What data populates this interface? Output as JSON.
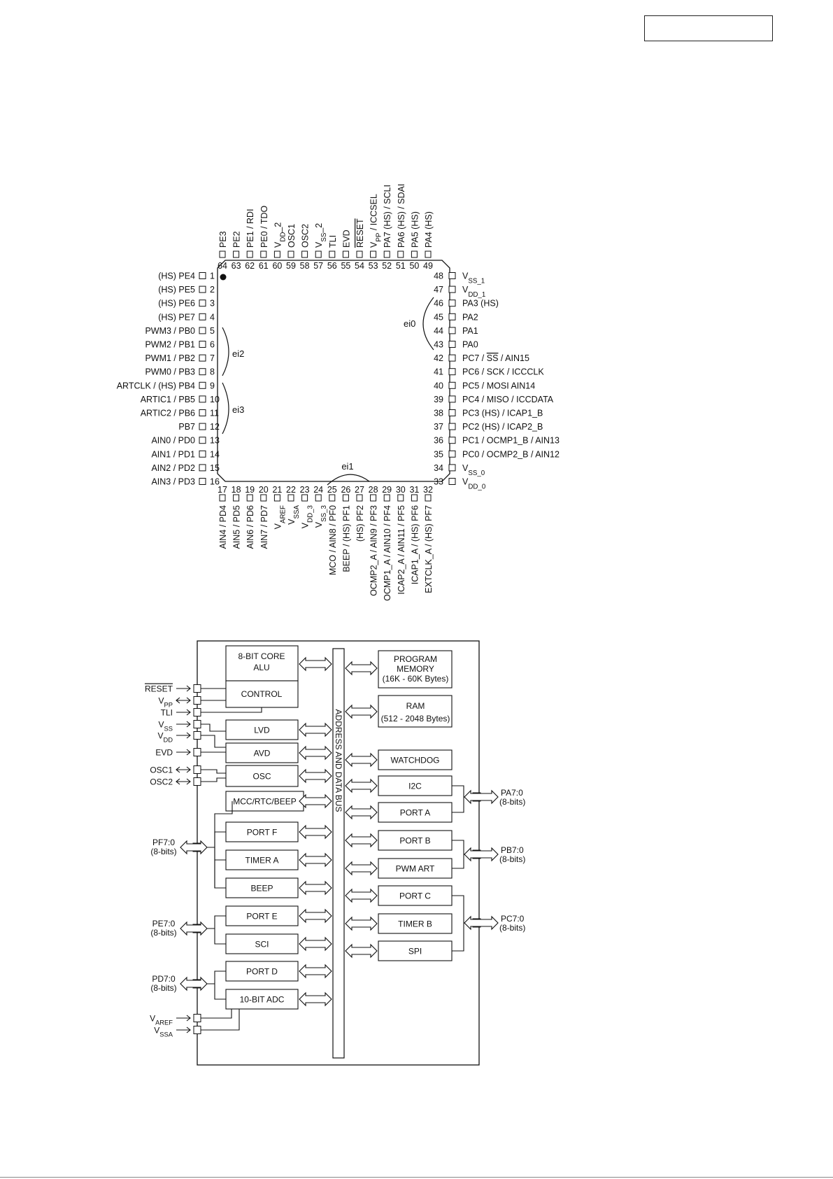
{
  "pin_diagram": {
    "top_numbers": [
      "64",
      "63",
      "62",
      "61",
      "60",
      "59",
      "58",
      "57",
      "56",
      "55",
      "54",
      "53",
      "52",
      "51",
      "50",
      "49"
    ],
    "top_labels": [
      {
        "base": "PE3"
      },
      {
        "base": "PE2"
      },
      {
        "base": "PE1 / RDI"
      },
      {
        "base": "PE0 / TDO"
      },
      {
        "base": "V",
        "sub": "DD",
        "after": "_2"
      },
      {
        "base": "OSC1"
      },
      {
        "base": "OSC2"
      },
      {
        "base": "V",
        "sub": "SS",
        "after": "_2"
      },
      {
        "base": "TLI"
      },
      {
        "base": "EVD"
      },
      {
        "base": "RESET",
        "overline": true
      },
      {
        "base": "V",
        "sub": "PP",
        "after": " / ICCSEL"
      },
      {
        "base": "PA7 (HS) / SCLI"
      },
      {
        "base": "PA6 (HS) / SDAI"
      },
      {
        "base": "PA5 (HS)"
      },
      {
        "base": "PA4 (HS)"
      }
    ],
    "left_numbers": [
      "1",
      "2",
      "3",
      "4",
      "5",
      "6",
      "7",
      "8",
      "9",
      "10",
      "11",
      "12",
      "13",
      "14",
      "15",
      "16"
    ],
    "left_labels": [
      {
        "base": "(HS) PE4"
      },
      {
        "base": "(HS) PE5"
      },
      {
        "base": "(HS) PE6"
      },
      {
        "base": "(HS) PE7"
      },
      {
        "base": "PWM3 / PB0"
      },
      {
        "base": "PWM2 / PB1"
      },
      {
        "base": "PWM1 / PB2"
      },
      {
        "base": "PWM0 / PB3"
      },
      {
        "base": "ARTCLK / (HS) PB4"
      },
      {
        "base": "ARTIC1 / PB5"
      },
      {
        "base": "ARTIC2 / PB6"
      },
      {
        "base": "PB7"
      },
      {
        "base": "AIN0 / PD0"
      },
      {
        "base": "AIN1 / PD1"
      },
      {
        "base": "AIN2 / PD2"
      },
      {
        "base": "AIN3 / PD3"
      }
    ],
    "right_numbers": [
      "48",
      "47",
      "46",
      "45",
      "44",
      "43",
      "42",
      "41",
      "40",
      "39",
      "38",
      "37",
      "36",
      "35",
      "34",
      "33"
    ],
    "right_labels": [
      {
        "base": "V",
        "sub": "SS_1"
      },
      {
        "base": "V",
        "sub": "DD_1"
      },
      {
        "base": "PA3 (HS)"
      },
      {
        "base": "PA2"
      },
      {
        "base": "PA1"
      },
      {
        "base": "PA0"
      },
      {
        "base": "PC7 / ",
        "ovl": "SS",
        "after": " / AIN15"
      },
      {
        "base": "PC6 / SCK / ICCCLK"
      },
      {
        "base": "PC5 / MOSI   AIN14"
      },
      {
        "base": "PC4 / MISO / ICCDATA"
      },
      {
        "base": "PC3 (HS) / ICAP1_B"
      },
      {
        "base": "PC2 (HS) / ICAP2_B"
      },
      {
        "base": "PC1 / OCMP1_B / AIN13"
      },
      {
        "base": "PC0 / OCMP2_B / AIN12"
      },
      {
        "base": "V",
        "sub": "SS_0"
      },
      {
        "base": "V",
        "sub": "DD_0"
      }
    ],
    "bottom_numbers": [
      "17",
      "18",
      "19",
      "20",
      "21",
      "22",
      "23",
      "24",
      "25",
      "26",
      "27",
      "28",
      "29",
      "30",
      "31",
      "32"
    ],
    "bottom_labels": [
      {
        "base": "AIN4 / PD4"
      },
      {
        "base": "AIN5 / PD5"
      },
      {
        "base": "AIN6 / PD6"
      },
      {
        "base": "AIN7 / PD7"
      },
      {
        "base": "V",
        "sub": "AREF"
      },
      {
        "base": "V",
        "sub": "SSA"
      },
      {
        "base": "V",
        "sub": "DD_3"
      },
      {
        "base": "V",
        "sub": "SS_3"
      },
      {
        "base": "MCO / AIN8 / PF0"
      },
      {
        "base": "BEEP / (HS) PF1"
      },
      {
        "base": "(HS) PF2"
      },
      {
        "base": "OCMP2_A / AIN9 / PF3"
      },
      {
        "base": "OCMP1_A / AIN10 / PF4"
      },
      {
        "base": "ICAP2_A / AIN11 / PF5"
      },
      {
        "base": "ICAP1_A / (HS) PF6"
      },
      {
        "base": "EXTCLK_A / (HS) PF7"
      }
    ],
    "interrupt_groups": {
      "ei0": "ei0",
      "ei1": "ei1",
      "ei2": "ei2",
      "ei3": "ei3"
    }
  },
  "block_diagram": {
    "bus_label": "ADDRESS AND DATA BUS",
    "core": {
      "line1": "8-BIT CORE",
      "line2": "ALU"
    },
    "control": "CONTROL",
    "left_blocks": [
      "LVD",
      "AVD",
      "OSC",
      "MCC/RTC/BEEP",
      "PORT F",
      "TIMER A",
      "BEEP",
      "PORT E",
      "SCI",
      "PORT D",
      "10-BIT ADC"
    ],
    "program_memory": {
      "line1": "PROGRAM",
      "line2": "MEMORY",
      "line3": "(16K - 60K Bytes)"
    },
    "ram": {
      "line1": "RAM",
      "line2": "(512 - 2048 Bytes)"
    },
    "right_blocks": [
      "WATCHDOG",
      "I2C",
      "PORT A",
      "PORT B",
      "PWM ART",
      "PORT C",
      "TIMER B",
      "SPI"
    ],
    "left_pins": [
      {
        "base": "RESET",
        "overline": true
      },
      {
        "base": "V",
        "sub": "PP"
      },
      {
        "base": "TLI"
      },
      {
        "base": "V",
        "sub": "SS"
      },
      {
        "base": "V",
        "sub": "DD"
      },
      {
        "base": "EVD"
      },
      {
        "base": "OSC1"
      },
      {
        "base": "OSC2"
      },
      {
        "base": "V",
        "sub": "AREF"
      },
      {
        "base": "V",
        "sub": "SSA"
      }
    ],
    "left_ports": [
      {
        "name": "PF7:0",
        "width": "(8-bits)"
      },
      {
        "name": "PE7:0",
        "width": "(8-bits)"
      },
      {
        "name": "PD7:0",
        "width": "(8-bits)"
      }
    ],
    "right_ports": [
      {
        "name": "PA7:0",
        "width": "(8-bits)"
      },
      {
        "name": "PB7:0",
        "width": "(8-bits)"
      },
      {
        "name": "PC7:0",
        "width": "(8-bits)"
      }
    ]
  }
}
